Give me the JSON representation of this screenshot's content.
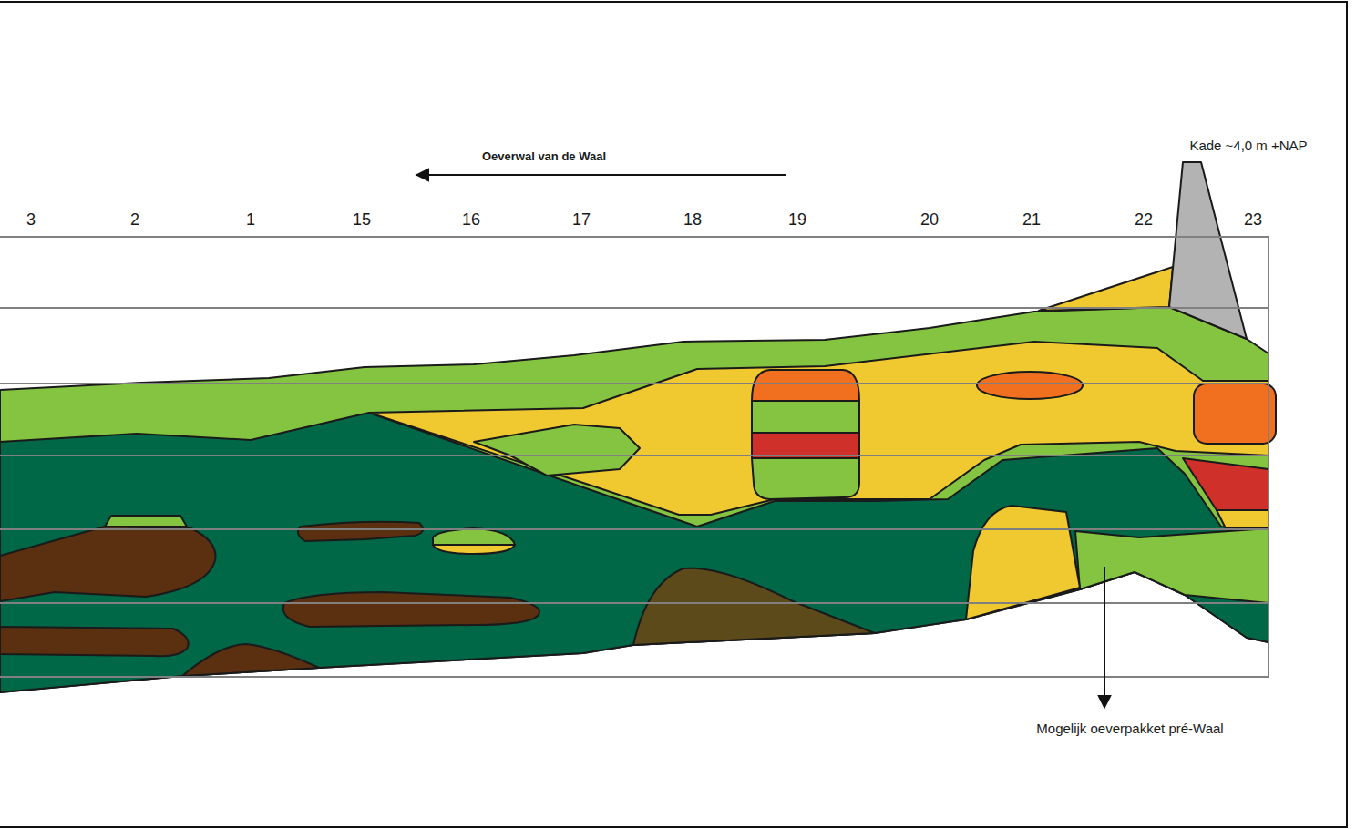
{
  "diagram": {
    "labels": [
      "Kade ~4,0 m +NAP",
      "Oeverwal van de Waal",
      "3",
      "2",
      "1",
      "15",
      "16",
      "17",
      "18",
      "19",
      "20",
      "21",
      "22",
      "23",
      "Mogelijk oeverpakket pré-Waal"
    ]
  }
}
